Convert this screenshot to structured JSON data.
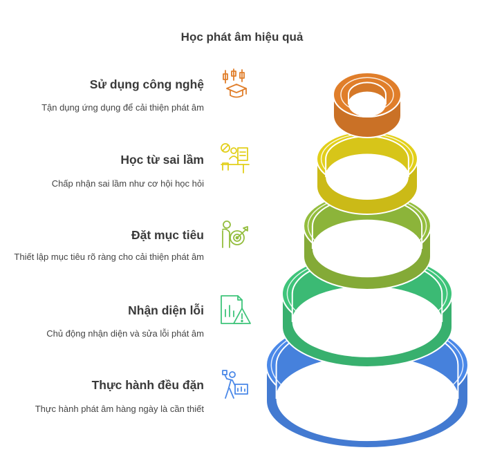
{
  "title": "Học phát âm hiệu quả",
  "items": [
    {
      "title": "Sử dụng công nghệ",
      "desc": "Tận dụng ứng dụng để cải thiện phát âm",
      "color": "#e07e2a",
      "icon": "candlestick-graduation-cap-icon"
    },
    {
      "title": "Học từ sai lầm",
      "desc": "Chấp nhận sai lầm như cơ hội học hỏi",
      "color": "#e2cf1a",
      "icon": "person-at-desk-icon"
    },
    {
      "title": "Đặt mục tiêu",
      "desc": "Thiết lập mục tiêu rõ ràng cho cải thiện phát âm",
      "color": "#93bd3d",
      "icon": "target-hand-icon"
    },
    {
      "title": "Nhận diện lỗi",
      "desc": "Chủ động nhận diện và sửa lỗi phát âm",
      "color": "#3ec47a",
      "icon": "document-warning-icon"
    },
    {
      "title": "Thực hành đều đặn",
      "desc": "Thực hành phát âm hàng ngày là cần thiết",
      "color": "#4a88e8",
      "icon": "person-carrying-chart-icon"
    }
  ]
}
